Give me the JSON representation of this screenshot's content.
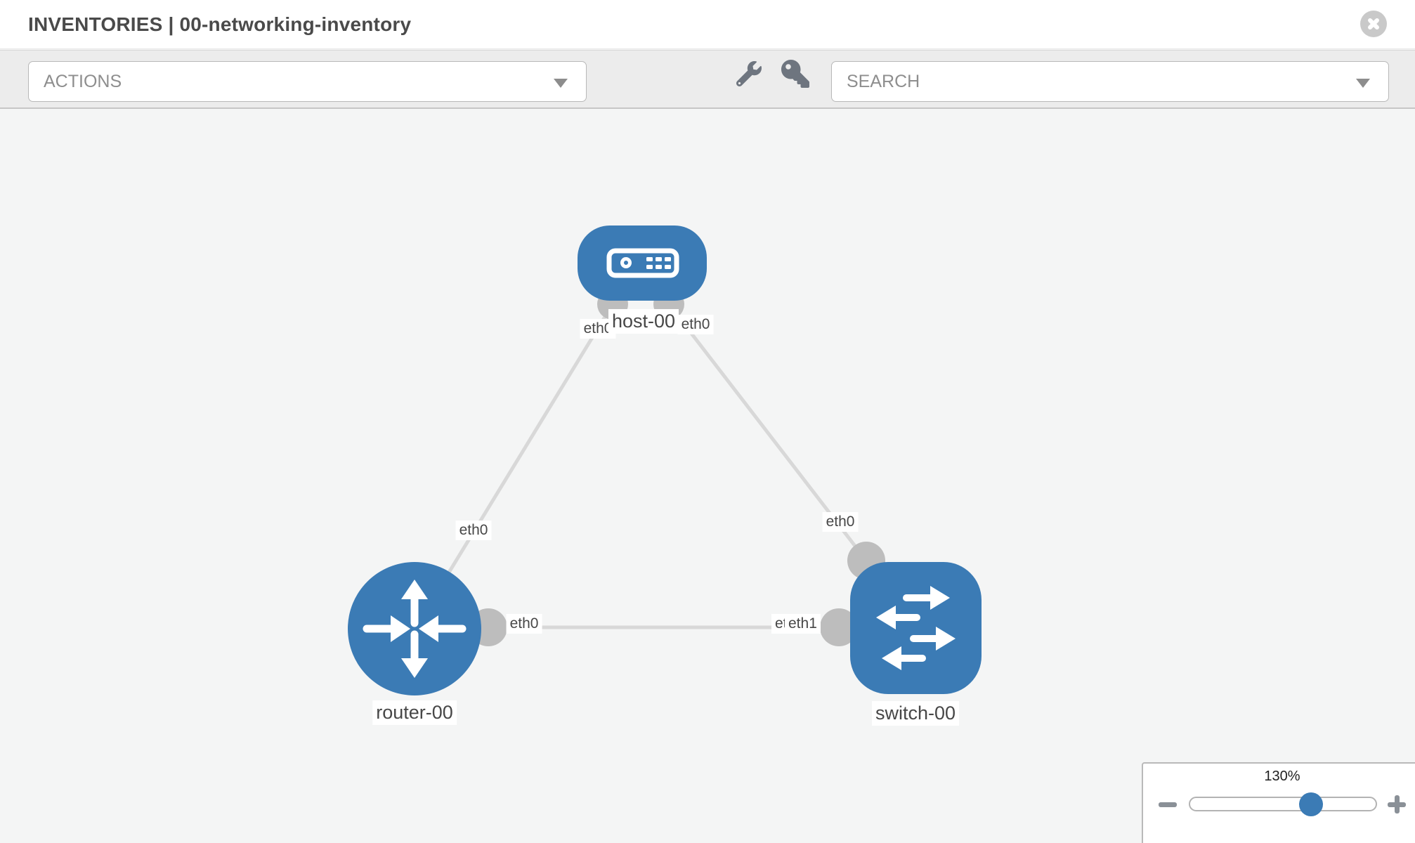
{
  "header": {
    "title": "INVENTORIES | 00-networking-inventory"
  },
  "toolbar": {
    "actions_label": "ACTIONS",
    "search_label": "SEARCH",
    "icons": [
      "wrench-icon",
      "key-icon"
    ]
  },
  "canvas": {
    "nodes": {
      "host": {
        "label": "host-00",
        "type": "host"
      },
      "router": {
        "label": "router-00",
        "type": "router"
      },
      "switch": {
        "label": "switch-00",
        "type": "switch"
      }
    },
    "interfaces": {
      "host_left": "eth0",
      "host_right": "eth0",
      "router_uplink": "eth0",
      "router_lan": "eth0",
      "switch_uplink": "eth0",
      "switch_lan_under": "eth0",
      "switch_lan_over": "eth1"
    },
    "links": [
      {
        "from": "host-00.eth0",
        "to": "router-00.eth0"
      },
      {
        "from": "host-00.eth0",
        "to": "switch-00.eth0"
      },
      {
        "from": "router-00.eth0",
        "to": "switch-00.eth1"
      }
    ]
  },
  "zoom_panel": {
    "level": "130%"
  },
  "colors": {
    "node_blue": "#3b7bb5",
    "link_gray": "#d8d8d8",
    "port_gray": "#bdbdbd",
    "icon_gray": "#6e757f",
    "canvas_bg": "#f4f5f5"
  }
}
